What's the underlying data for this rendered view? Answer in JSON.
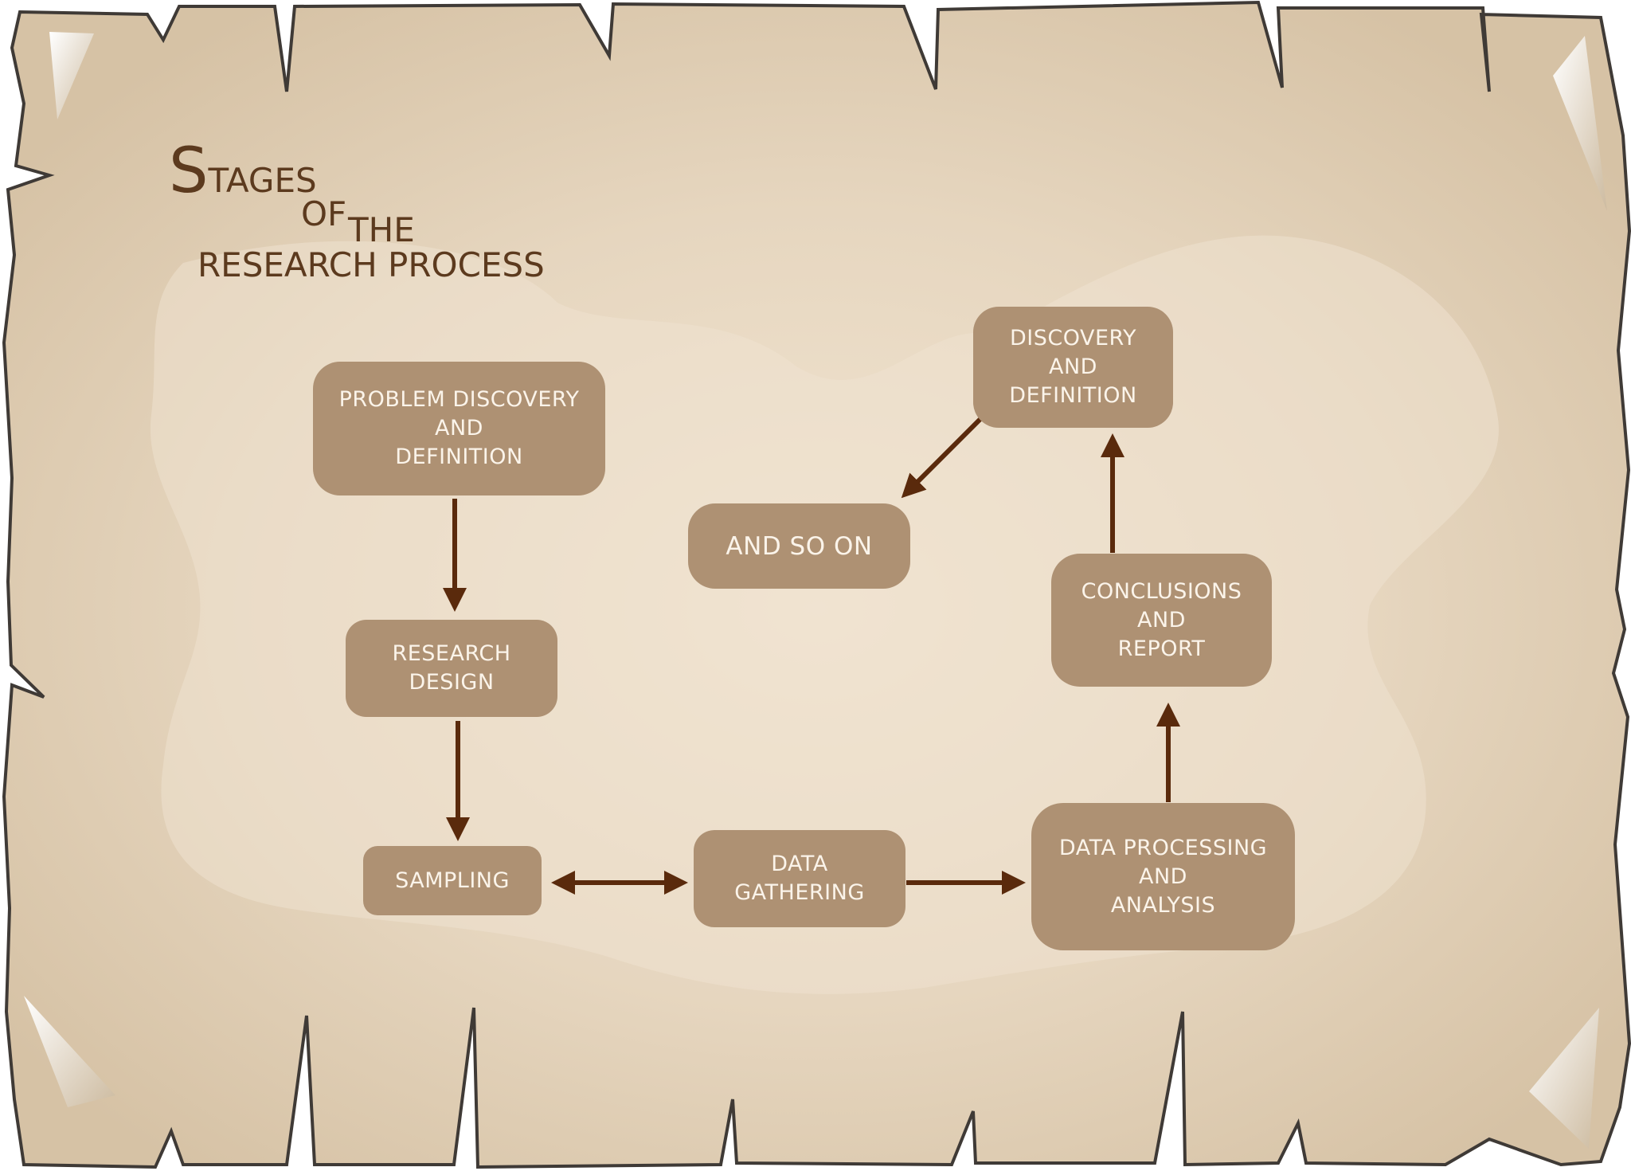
{
  "title": {
    "stages_initial": "S",
    "stages_rest": "TAGES",
    "of": "OF",
    "the": "THE",
    "research_process": "RESEARCH PROCESS"
  },
  "nodes": {
    "problem_discovery": "PROBLEM DISCOVERY\nAND\nDEFINITION",
    "research_design": "RESEARCH\nDESIGN",
    "sampling": "SAMPLING",
    "data_gathering": "DATA\nGATHERING",
    "data_processing": "DATA PROCESSING\nAND\nANALYSIS",
    "conclusions": "CONCLUSIONS\nAND\nREPORT",
    "discovery": "DISCOVERY\nAND\nDEFINITION",
    "and_so_on": "AND SO ON"
  },
  "colors": {
    "parchment": "#e2d2b8",
    "box_fill": "#ae9173",
    "box_text": "#fbf4ea",
    "arrow": "#5a2a0c",
    "title_text": "#5c3a1e"
  }
}
